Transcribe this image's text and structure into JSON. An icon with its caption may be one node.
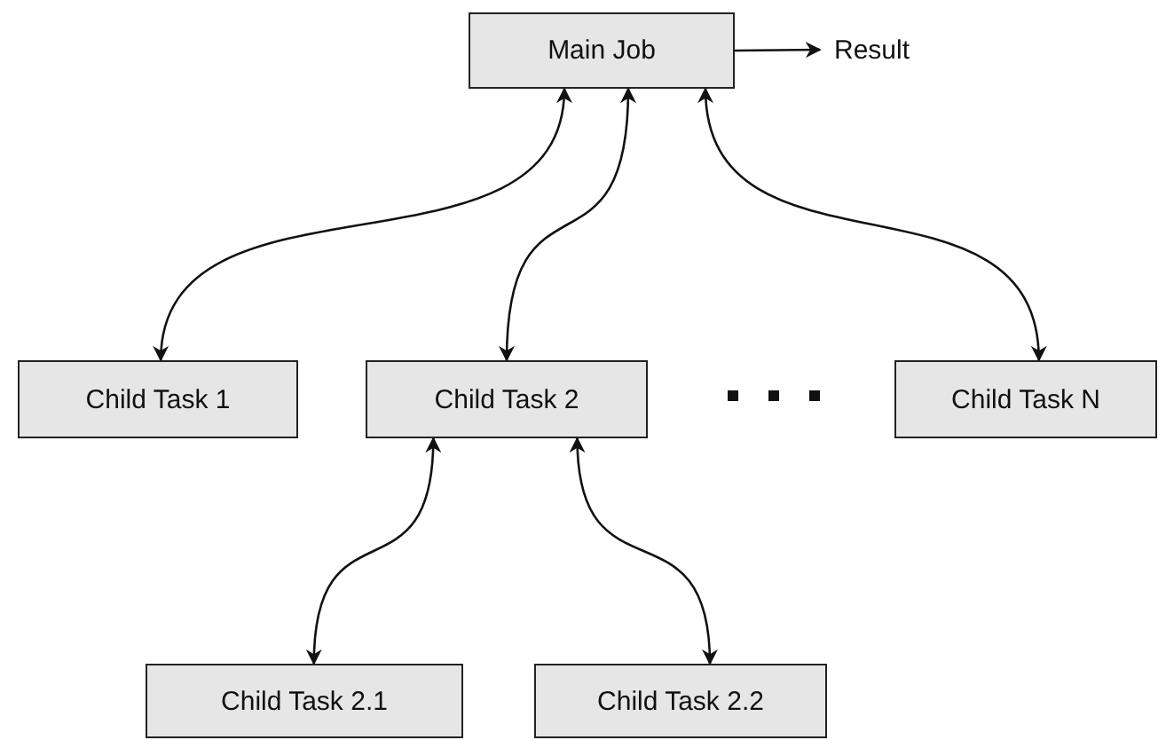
{
  "diagram": {
    "nodes": [
      {
        "text": [
          "Main Job"
        ]
      },
      {
        "text": [
          "Result"
        ]
      },
      {
        "text": [
          "Child Task 1"
        ]
      },
      {
        "text": [
          "Child Task 2"
        ]
      },
      {
        "text": [
          "Child Task N"
        ]
      },
      {
        "text": [
          "Child Task 2.1"
        ]
      },
      {
        "text": [
          "Child Task 2.2"
        ]
      }
    ],
    "edges": [
      {
        "from": 0,
        "to": 1,
        "arrow": "to"
      },
      {
        "from": 0,
        "to": 2,
        "arrow": "both"
      },
      {
        "from": 0,
        "to": 3,
        "arrow": "both"
      },
      {
        "from": 0,
        "to": 4,
        "arrow": "both"
      },
      {
        "from": 3,
        "to": 5,
        "arrow": "both"
      },
      {
        "from": 3,
        "to": 6,
        "arrow": "both"
      }
    ]
  }
}
